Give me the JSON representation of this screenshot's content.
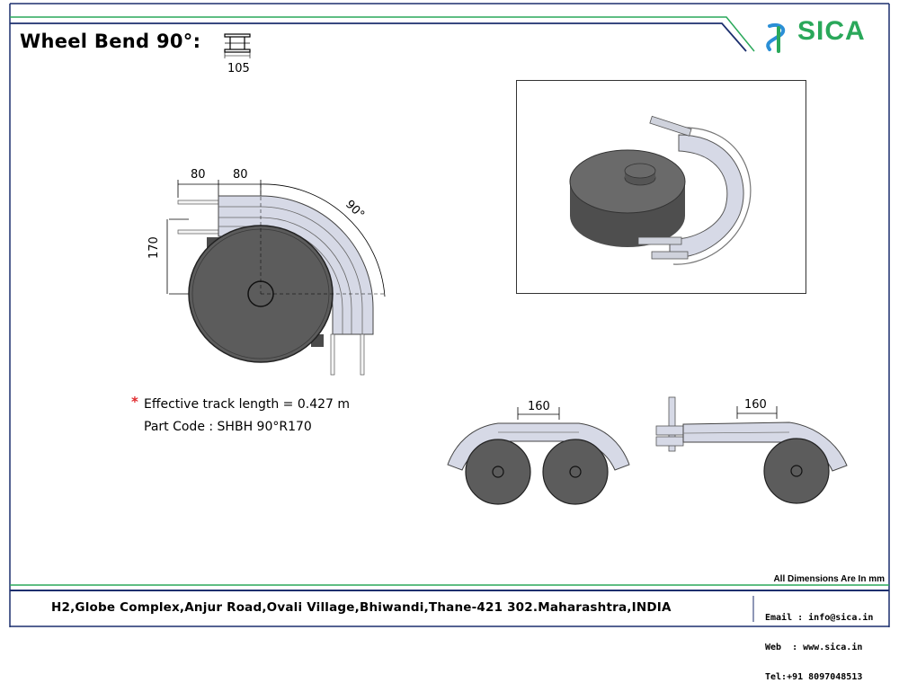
{
  "header": {
    "title": "Wheel Bend 90°:",
    "profile_dimension": "105",
    "logo_text": "SICA"
  },
  "drawing": {
    "dim_left": "80",
    "dim_right": "80",
    "dim_height": "170",
    "dim_angle": "90°"
  },
  "notes": {
    "marker": "*",
    "track_length": "Effective track length = 0.427 m",
    "part_code": "Part Code : SHBH 90°R170"
  },
  "side_views": {
    "left_dim": "160",
    "right_dim": "160"
  },
  "footer": {
    "dimension_note": "All Dimensions Are In mm",
    "address": "H2,Globe Complex,Anjur Road,Ovali Village,Bhiwandi,Thane-421 302.Maharashtra,INDIA",
    "email": "Email : info@sica.in",
    "web": "Web  : www.sica.in",
    "tel": "Tel:+91 8097048513"
  },
  "colors": {
    "border_navy": "#1c2f6e",
    "accent_green": "#2aa85a",
    "wheel_dark": "#5c5c5c",
    "track_light": "#d6d9e6"
  },
  "icons": [
    "sica-logo-icon",
    "profile-section-icon"
  ]
}
